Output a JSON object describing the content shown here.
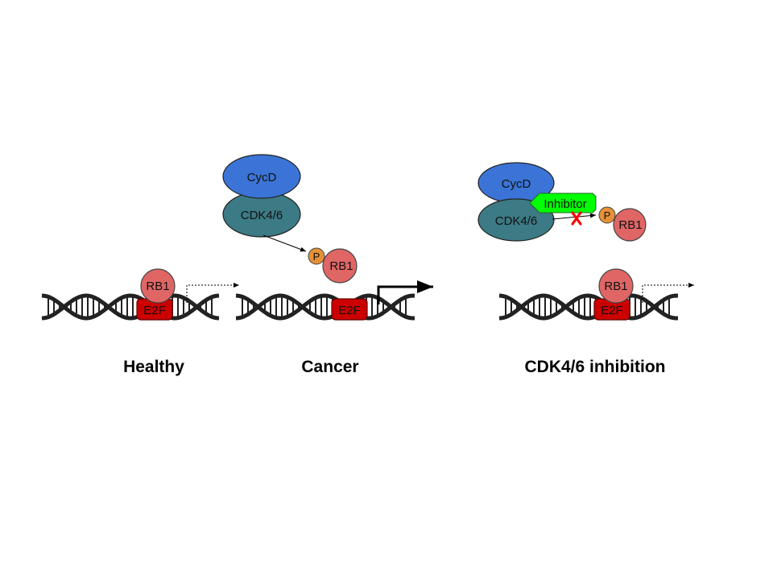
{
  "panels": {
    "healthy": {
      "caption": "Healthy",
      "rb1": "RB1",
      "e2f": "E2F"
    },
    "cancer": {
      "caption": "Cancer",
      "cycd": "CycD",
      "cdk": "CDK4/6",
      "phospho": "P",
      "rb1": "RB1",
      "e2f": "E2F"
    },
    "inhibition": {
      "caption": "CDK4/6 inhibition",
      "cycd": "CycD",
      "cdk": "CDK4/6",
      "inhibitor": "Inhibitor",
      "phospho": "P",
      "rb1": "RB1",
      "e2f": "E2F"
    }
  },
  "colors": {
    "cycd": "#3b74d6",
    "cdk": "#3c7a85",
    "rb1": "#e06666",
    "e2f": "#cc0000",
    "phospho": "#e69138",
    "inhibitor": "#00ff00",
    "block_x": "#ff0000",
    "dna": "#222222"
  }
}
